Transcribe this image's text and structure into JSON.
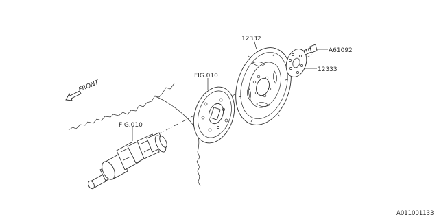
{
  "labels": {
    "front": "FRONT",
    "fig_ref_flywheel": "FIG.010",
    "fig_ref_crankshaft": "FIG.010",
    "part_clutch_disc": "12332",
    "part_bolt": "A61092",
    "part_plate": "12333",
    "diagram_id": "A011001133"
  }
}
